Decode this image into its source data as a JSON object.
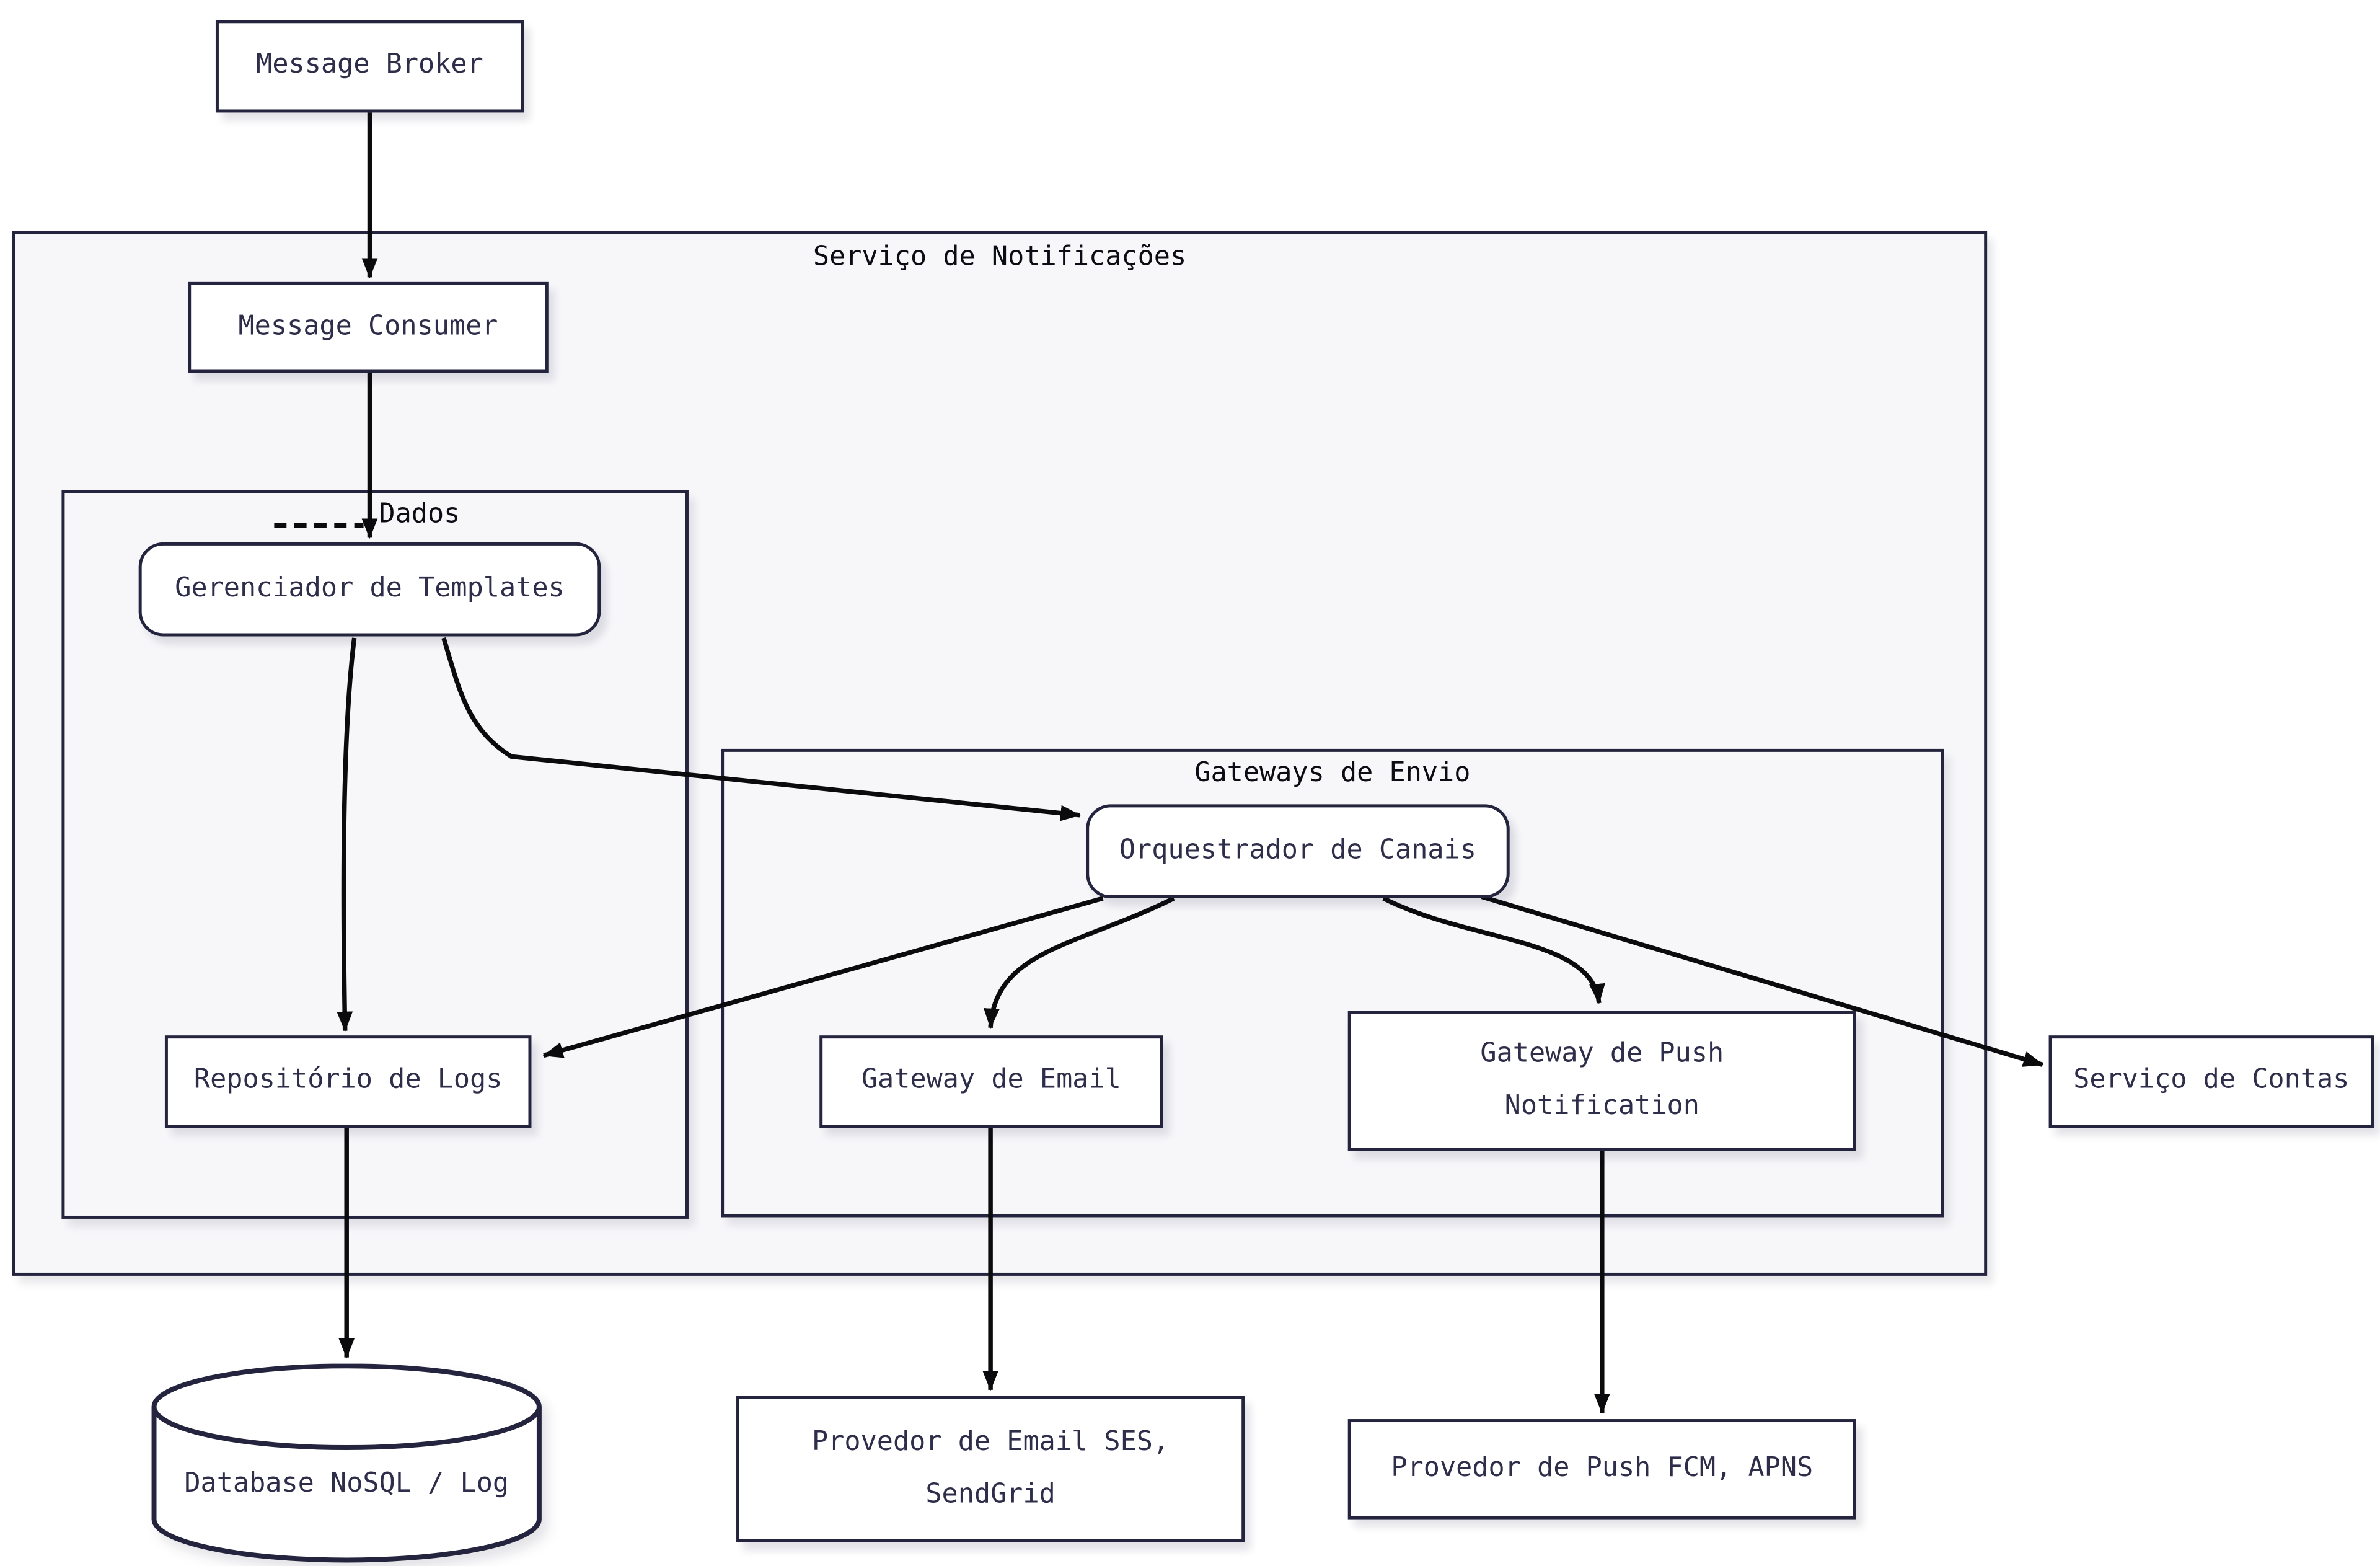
{
  "diagram": {
    "type": "flowchart",
    "title": "Serviço de Notificações",
    "containers": {
      "servico_notificacoes": {
        "label": "Serviço de Notificações"
      },
      "dados": {
        "label": "Dados"
      },
      "gateways_envio": {
        "label": "Gateways de Envio"
      }
    },
    "nodes": {
      "message_broker": {
        "label": "Message Broker",
        "shape": "rect"
      },
      "message_consumer": {
        "label": "Message Consumer",
        "shape": "rect"
      },
      "gerenciador_templates": {
        "label": "Gerenciador de Templates",
        "shape": "rounded"
      },
      "orquestrador_canais": {
        "label": "Orquestrador de Canais",
        "shape": "rounded"
      },
      "repositorio_logs": {
        "label": "Repositório de Logs",
        "shape": "rect"
      },
      "gateway_email": {
        "label": "Gateway de Email",
        "shape": "rect"
      },
      "gateway_push": {
        "label": "Gateway de Push\nNotification",
        "shape": "rect"
      },
      "servico_contas": {
        "label": "Serviço de Contas",
        "shape": "rect"
      },
      "database_nosql": {
        "label": "Database NoSQL / Log",
        "shape": "cylinder"
      },
      "provedor_email": {
        "label": "Provedor de Email SES,\nSendGrid",
        "shape": "rect"
      },
      "provedor_push": {
        "label": "Provedor de Push FCM, APNS",
        "shape": "rect"
      }
    },
    "edges": [
      {
        "from": "Message Broker",
        "to": "Message Consumer"
      },
      {
        "from": "Message Consumer",
        "to": "Gerenciador de Templates"
      },
      {
        "from": "Gerenciador de Templates",
        "to": "Repositório de Logs"
      },
      {
        "from": "Gerenciador de Templates",
        "to": "Orquestrador de Canais"
      },
      {
        "from": "Orquestrador de Canais",
        "to": "Repositório de Logs"
      },
      {
        "from": "Orquestrador de Canais",
        "to": "Gateway de Email"
      },
      {
        "from": "Orquestrador de Canais",
        "to": "Gateway de Push Notification"
      },
      {
        "from": "Orquestrador de Canais",
        "to": "Serviço de Contas"
      },
      {
        "from": "Repositório de Logs",
        "to": "Database NoSQL / Log"
      },
      {
        "from": "Gateway de Email",
        "to": "Provedor de Email SES, SendGrid"
      },
      {
        "from": "Gateway de Push Notification",
        "to": "Provedor de Push FCM, APNS"
      }
    ],
    "colors": {
      "node_fill": "#ffffff",
      "node_border": "#24243e",
      "node_text": "#2e2e4a",
      "container_fill": "#f7f7fa",
      "container_text": "#0c0c14",
      "edge": "#0b0b0e",
      "background": "#ffffff"
    }
  }
}
